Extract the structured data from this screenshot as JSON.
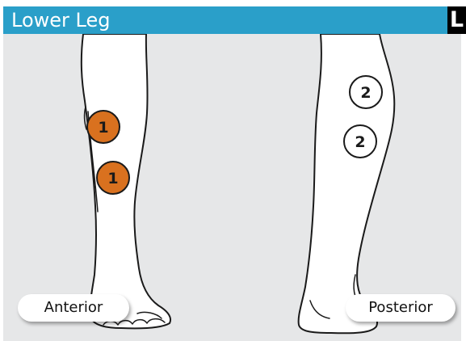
{
  "header": {
    "title": "Lower Leg",
    "side_badge": "L"
  },
  "colors": {
    "header": "#2a9fc9",
    "panel": "#e6e7e8",
    "primary_marker": "#d9711f",
    "leg": "#ffffff",
    "outline": "#1a1a1a"
  },
  "views": {
    "anterior": {
      "label": "Anterior",
      "markers": [
        {
          "label": "1",
          "type": "filled-orange"
        },
        {
          "label": "1",
          "type": "filled-orange"
        }
      ]
    },
    "posterior": {
      "label": "Posterior",
      "markers": [
        {
          "label": "2",
          "type": "outlined-white"
        },
        {
          "label": "2",
          "type": "outlined-white"
        }
      ]
    }
  }
}
